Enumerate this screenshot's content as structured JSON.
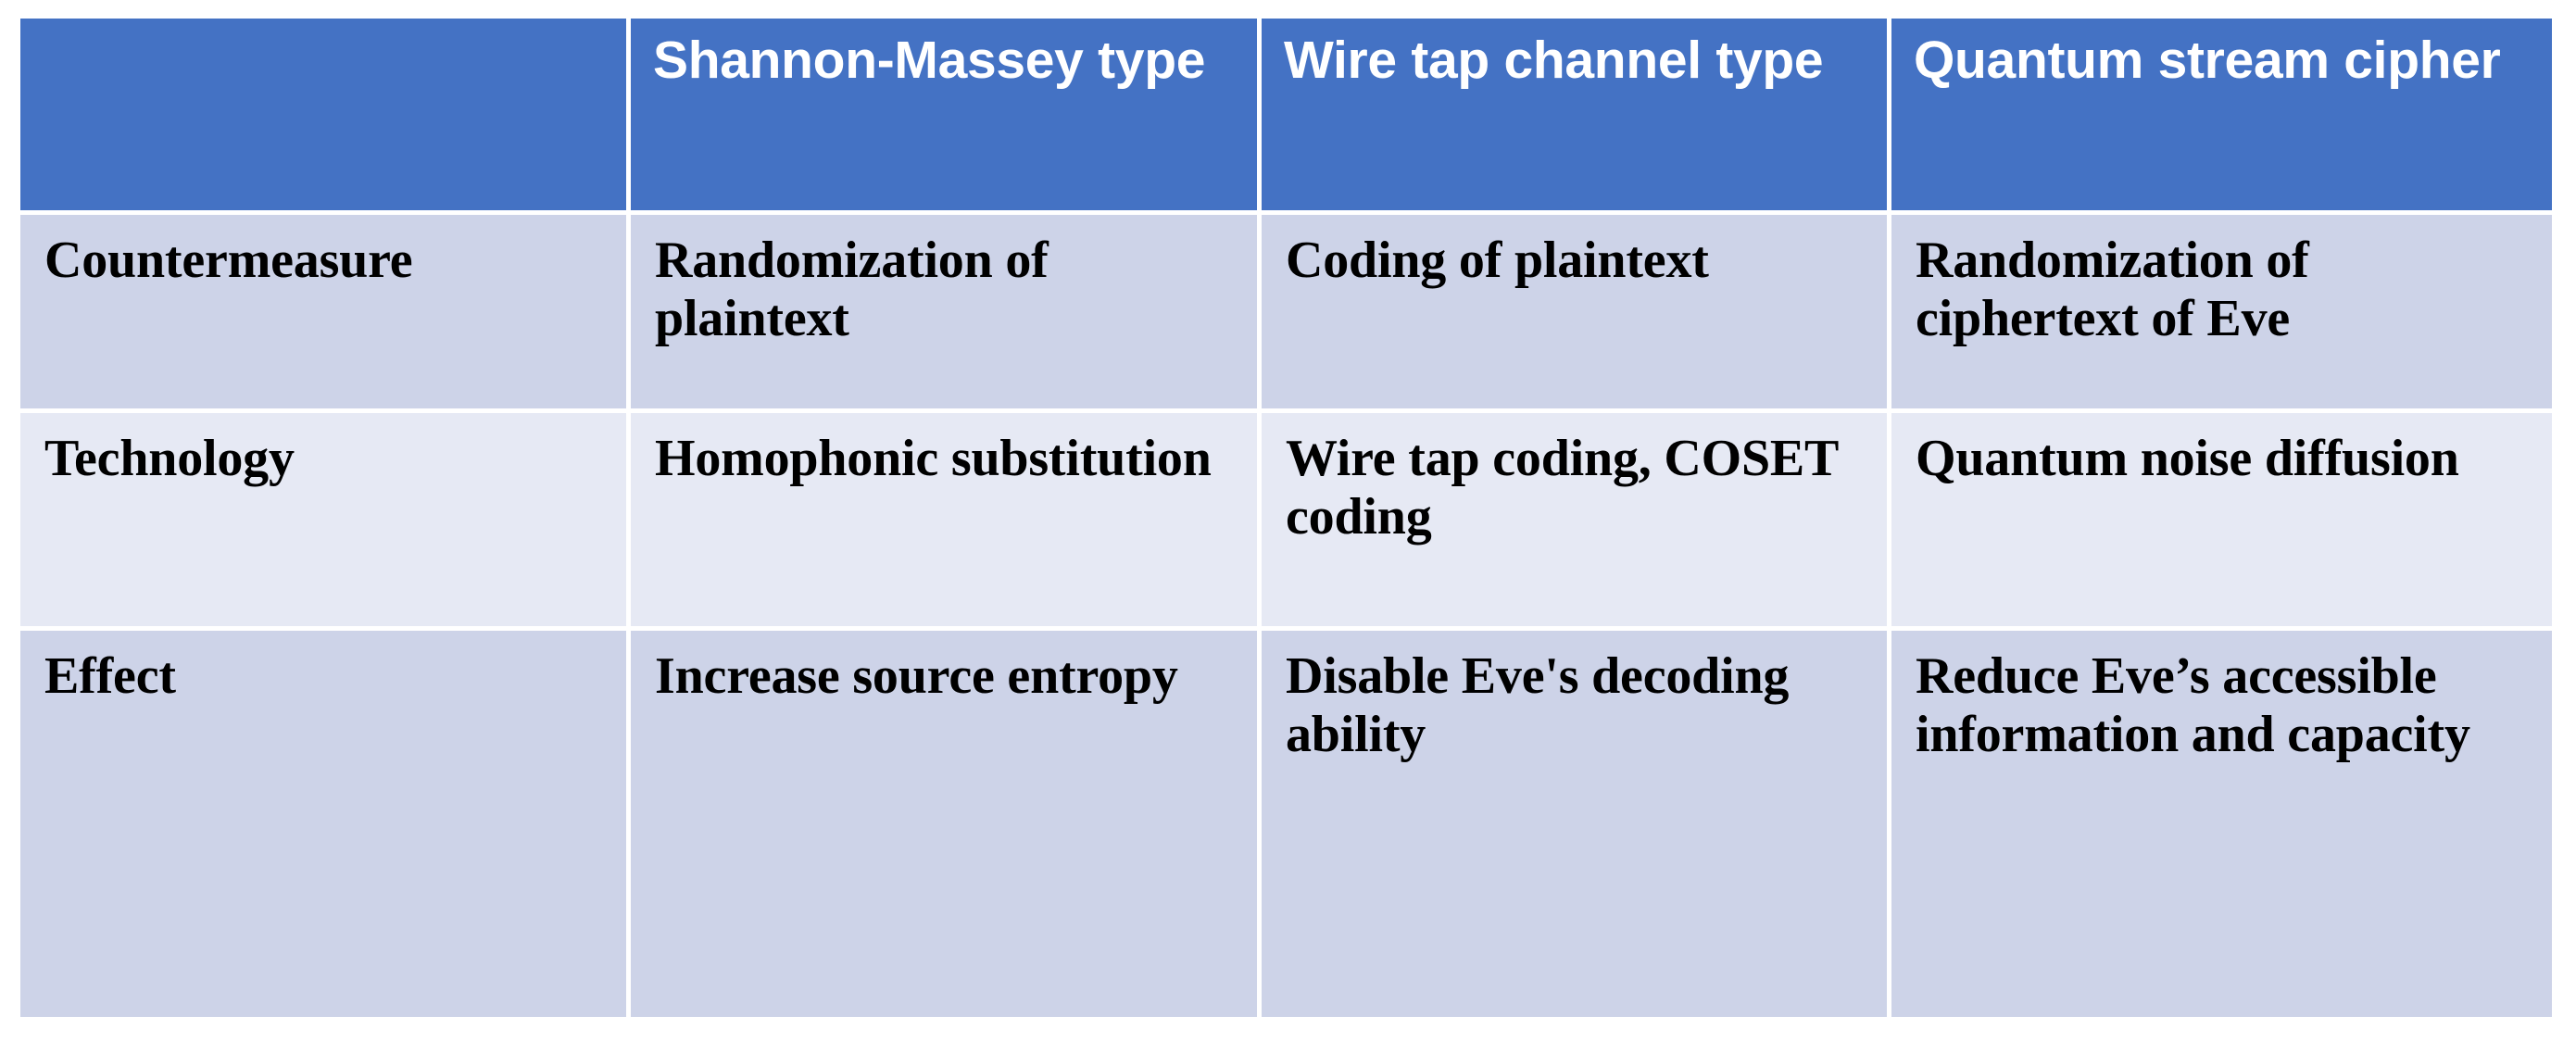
{
  "colors": {
    "header_background": "#4472C4",
    "header_text": "#FFFFFF",
    "row_band_dark": "#CDD3E8",
    "row_band_light": "#E6E9F4",
    "body_text": "#000000",
    "gridline": "#FFFFFF",
    "page_background": "#FFFFFF"
  },
  "table": {
    "headers": [
      "",
      "Shannon-Massey type",
      "Wire tap channel type",
      "Quantum stream cipher"
    ],
    "rows": [
      {
        "label": "Countermeasure",
        "cells": [
          "Randomization of plaintext",
          "Coding of plaintext",
          "Randomization of ciphertext of Eve"
        ]
      },
      {
        "label": "Technology",
        "cells": [
          "Homophonic substitution",
          "Wire tap coding, COSET coding",
          "Quantum noise diffusion"
        ]
      },
      {
        "label": "Effect",
        "cells": [
          "Increase source entropy",
          "Disable Eve's decoding ability",
          "Reduce Eve’s accessible information and capacity"
        ]
      }
    ]
  }
}
